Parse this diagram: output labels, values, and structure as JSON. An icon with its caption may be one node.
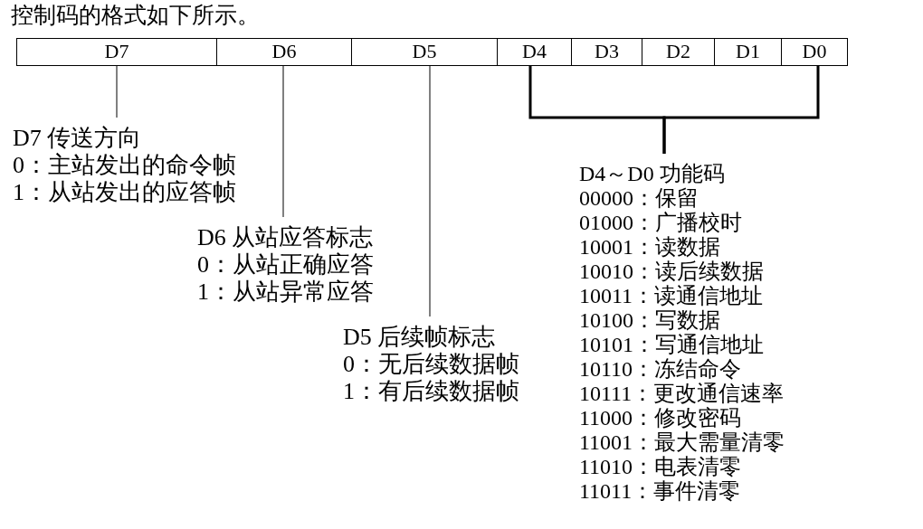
{
  "diagram": {
    "title": "控制码的格式如下所示。",
    "nodes": [
      {
        "text": [
          "D7"
        ]
      },
      {
        "text": [
          "D6"
        ]
      },
      {
        "text": [
          "D5"
        ]
      },
      {
        "text": [
          "D4"
        ]
      },
      {
        "text": [
          "D3"
        ]
      },
      {
        "text": [
          "D2"
        ]
      },
      {
        "text": [
          "D1"
        ]
      },
      {
        "text": [
          "D0"
        ]
      },
      {
        "text": [
          "D7 传送方向",
          "0：主站发出的命令帧",
          "1：从站发出的应答帧"
        ]
      },
      {
        "text": [
          "D6 从站应答标志",
          "0：从站正确应答",
          "1：从站异常应答"
        ]
      },
      {
        "text": [
          "D5 后续帧标志",
          "0：无后续数据帧",
          "1：有后续数据帧"
        ]
      },
      {
        "text": [
          "D4～D0 功能码",
          "00000：保留",
          "01000：广播校时",
          "10001：读数据",
          "10010：读后续数据",
          "10011：读通信地址",
          "10100：写数据",
          "10101：写通信地址",
          "10110：冻结命令",
          "10111：更改通信速率",
          "11000：修改密码",
          "11001：最大需量清零",
          "11010：电表清零",
          "11011：事件清零"
        ]
      }
    ],
    "edges": [
      {
        "from": 8,
        "to": 0,
        "arrow": "none"
      },
      {
        "from": 9,
        "to": 1,
        "arrow": "none"
      },
      {
        "from": 10,
        "to": 2,
        "arrow": "none"
      },
      {
        "from": 11,
        "to": 3,
        "arrow": "none",
        "style": "thick"
      },
      {
        "from": 11,
        "to": 7,
        "arrow": "none",
        "style": "thick"
      }
    ]
  }
}
